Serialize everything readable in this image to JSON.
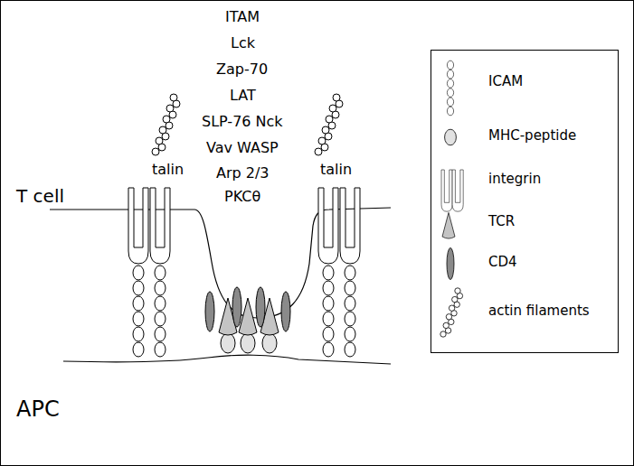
{
  "diagram": {
    "labels": [
      "ITAM",
      "Lck",
      "Zap-70",
      "LAT",
      "SLP-76 Nck",
      "Vav WASP",
      "Arp 2/3",
      "PKCθ",
      "T cell",
      "talin",
      "talin",
      "APC"
    ],
    "legend": [
      {
        "text": "ICAM"
      },
      {
        "text": "MHC-peptide"
      },
      {
        "text": "integrin"
      },
      {
        "text": "TCR"
      },
      {
        "text": "CD4"
      },
      {
        "text": "actin filaments"
      }
    ]
  }
}
